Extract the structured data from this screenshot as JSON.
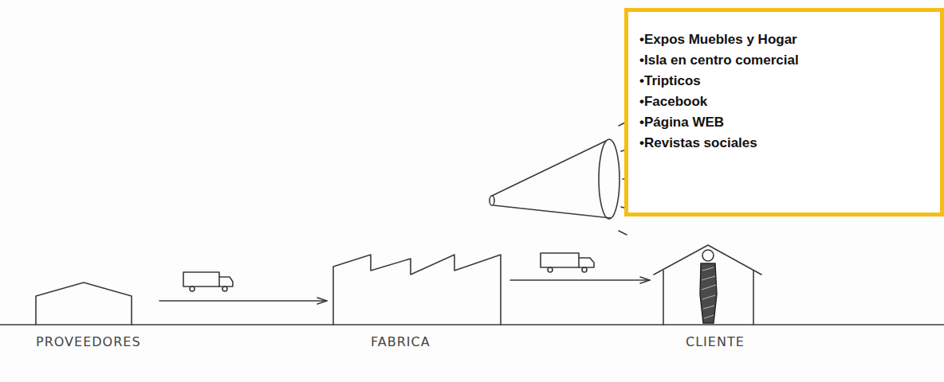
{
  "diagram": {
    "nodes": [
      {
        "text": [
          "PROVEEDORES"
        ]
      },
      {
        "text": [
          "FABRICA"
        ]
      },
      {
        "text": [
          "CLIENTE"
        ]
      },
      {
        "text": [
          "•Expos Muebles y Hogar",
          "•Isla en centro comercial",
          "•Tripticos",
          "•Facebook",
          "•Página WEB",
          "•Revistas sociales"
        ]
      }
    ],
    "edges": [
      {
        "from": 0,
        "to": 1,
        "arrow": "to"
      },
      {
        "from": 1,
        "to": 2,
        "arrow": "to"
      }
    ]
  }
}
